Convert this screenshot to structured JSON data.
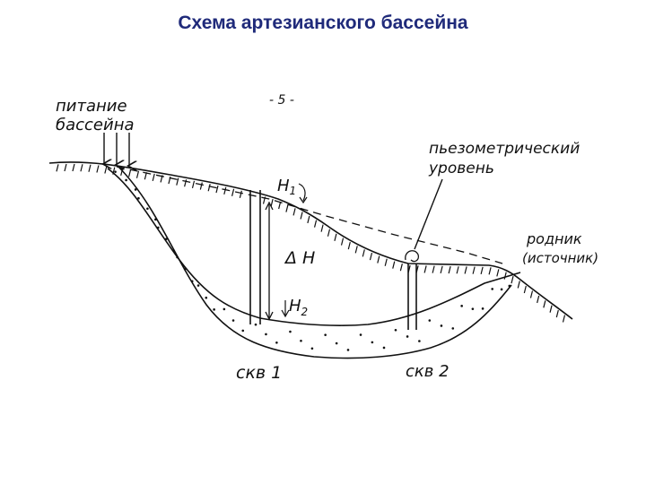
{
  "title": "Схема артезианского бассейна",
  "colors": {
    "title": "#1f2a7a",
    "ink": "#111111"
  },
  "labels": {
    "page_mark": "- 5 -",
    "feed_line1": "питание",
    "feed_line2": "бассейна",
    "piezo_line1": "пьезометрический",
    "piezo_line2": "уровень",
    "spring_line1": "родник",
    "spring_line2": "(источник)",
    "h1_base": "H",
    "h1_sub": "1",
    "h2_base": "H",
    "h2_sub": "2",
    "delta_h": "Δ H",
    "well1": "скв 1",
    "well2": "скв 2"
  }
}
